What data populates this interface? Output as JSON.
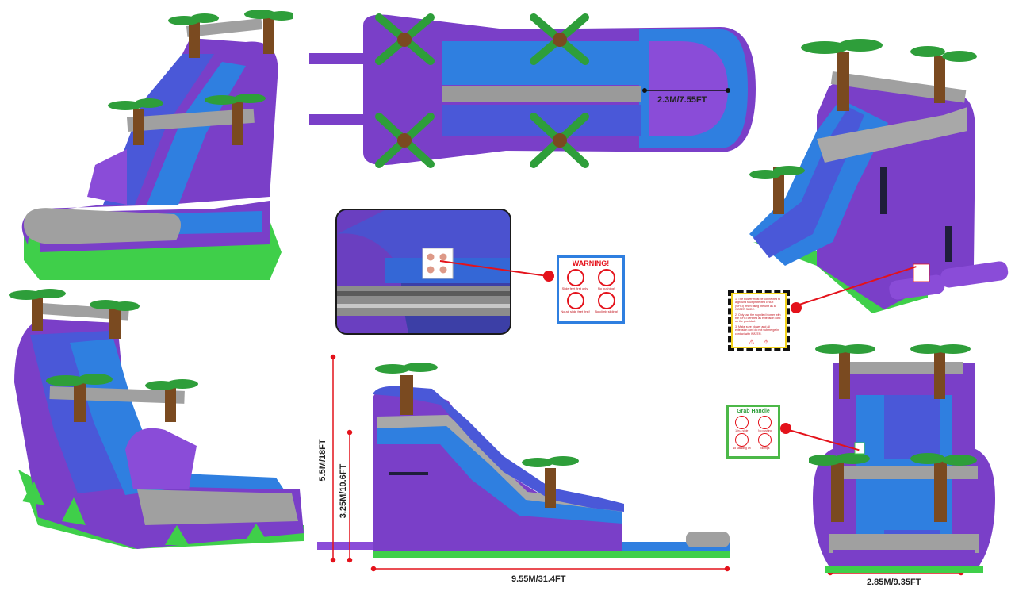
{
  "colors": {
    "purple": "#7a3fc8",
    "blue": "#2f7fe0",
    "green": "#3fcf4a",
    "gray": "#9a9a9a",
    "brown": "#7a4a20",
    "leaf": "#2e9e3a",
    "red": "#e4121b"
  },
  "dimensions": {
    "pool_width": "2.3M/7.55FT",
    "total_height": "5.5M/18FT",
    "slide_height": "3.25M/10.6FT",
    "length": "9.55M/31.4FT",
    "width": "2.85M/9.35FT"
  },
  "warning_sign": {
    "title": "WARNING!",
    "items": [
      "Slide feet first only!",
      "No pushing!",
      "No air slide feet first!",
      "No climb sliding!"
    ]
  },
  "blower_sign": {
    "lines": [
      "1. The blower must be connected to a ground fault protected circuit (GFCI) when using the unit as a WATER SLIDE.",
      "2. Only use the supplied blower with the GFCI certified as extension cord on the provided.",
      "3. Make sure blower and all extension cord do not submerge in contact with WATER."
    ]
  },
  "grab_sign": {
    "title": "Grab Handle",
    "items": [
      "1 in a slide",
      "No pushing",
      "No standing on",
      "No flips"
    ]
  }
}
